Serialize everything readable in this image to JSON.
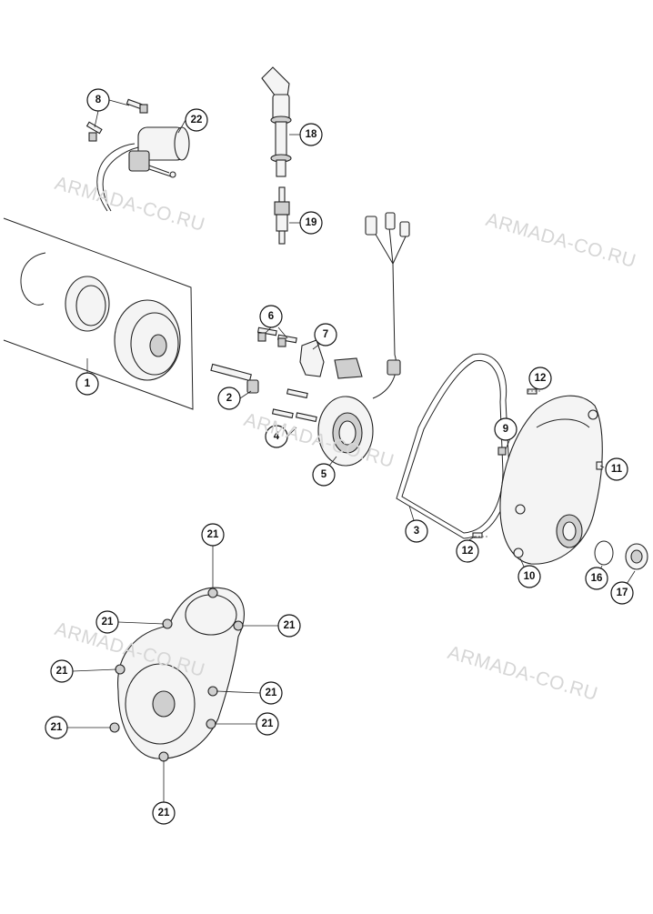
{
  "watermark": "ARMADA-CO.RU",
  "callouts": [
    {
      "id": "c8",
      "label": "8"
    },
    {
      "id": "c22",
      "label": "22"
    },
    {
      "id": "c18",
      "label": "18"
    },
    {
      "id": "c19",
      "label": "19"
    },
    {
      "id": "c1",
      "label": "1"
    },
    {
      "id": "c6",
      "label": "6"
    },
    {
      "id": "c7",
      "label": "7"
    },
    {
      "id": "c2",
      "label": "2"
    },
    {
      "id": "c4",
      "label": "4"
    },
    {
      "id": "c5",
      "label": "5"
    },
    {
      "id": "c12a",
      "label": "12"
    },
    {
      "id": "c9",
      "label": "9"
    },
    {
      "id": "c11",
      "label": "11"
    },
    {
      "id": "c3",
      "label": "3"
    },
    {
      "id": "c12b",
      "label": "12"
    },
    {
      "id": "c10",
      "label": "10"
    },
    {
      "id": "c16",
      "label": "16"
    },
    {
      "id": "c17",
      "label": "17"
    },
    {
      "id": "c21a",
      "label": "21"
    },
    {
      "id": "c21b",
      "label": "21"
    },
    {
      "id": "c21c",
      "label": "21"
    },
    {
      "id": "c21d",
      "label": "21"
    },
    {
      "id": "c21e",
      "label": "21"
    },
    {
      "id": "c21f",
      "label": "21"
    },
    {
      "id": "c21g",
      "label": "21"
    },
    {
      "id": "c21h",
      "label": "21"
    }
  ]
}
